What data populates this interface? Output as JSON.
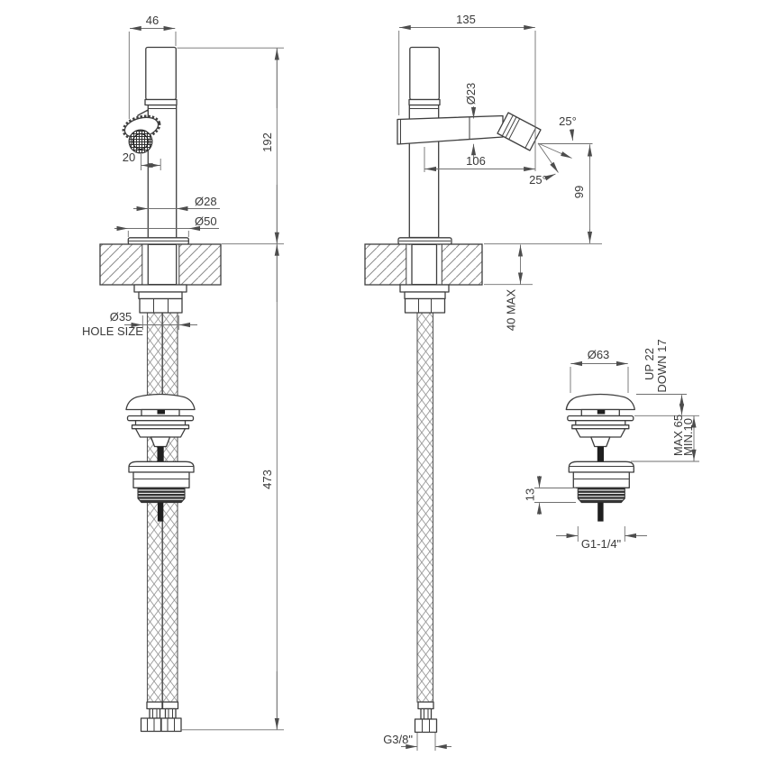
{
  "drawing_type": "bidet-mixer-technical-drawing",
  "front": {
    "d46": "46",
    "d20": "20",
    "d192": "192",
    "d28": "Ø28",
    "d50": "Ø50",
    "d35": "Ø35",
    "hole_label": "HOLE SIZE",
    "d473": "473"
  },
  "side": {
    "d135": "135",
    "d23": "Ø23",
    "d106": "106",
    "angle_up": "25°",
    "angle_down": "25°",
    "d99": "99",
    "deck_max": "40 MAX",
    "hose_thread": "G3/8\""
  },
  "waste": {
    "d63": "Ø63",
    "up": "UP 22",
    "down": "DOWN 17",
    "max": "MAX 65",
    "min": "MIN.10",
    "d13": "13",
    "thread": "G1-1/4\""
  },
  "colors": {
    "object_line": "#3e3e3e",
    "dimension_line": "#6f6f6f",
    "text": "#3a3a3a",
    "background": "#ffffff"
  }
}
